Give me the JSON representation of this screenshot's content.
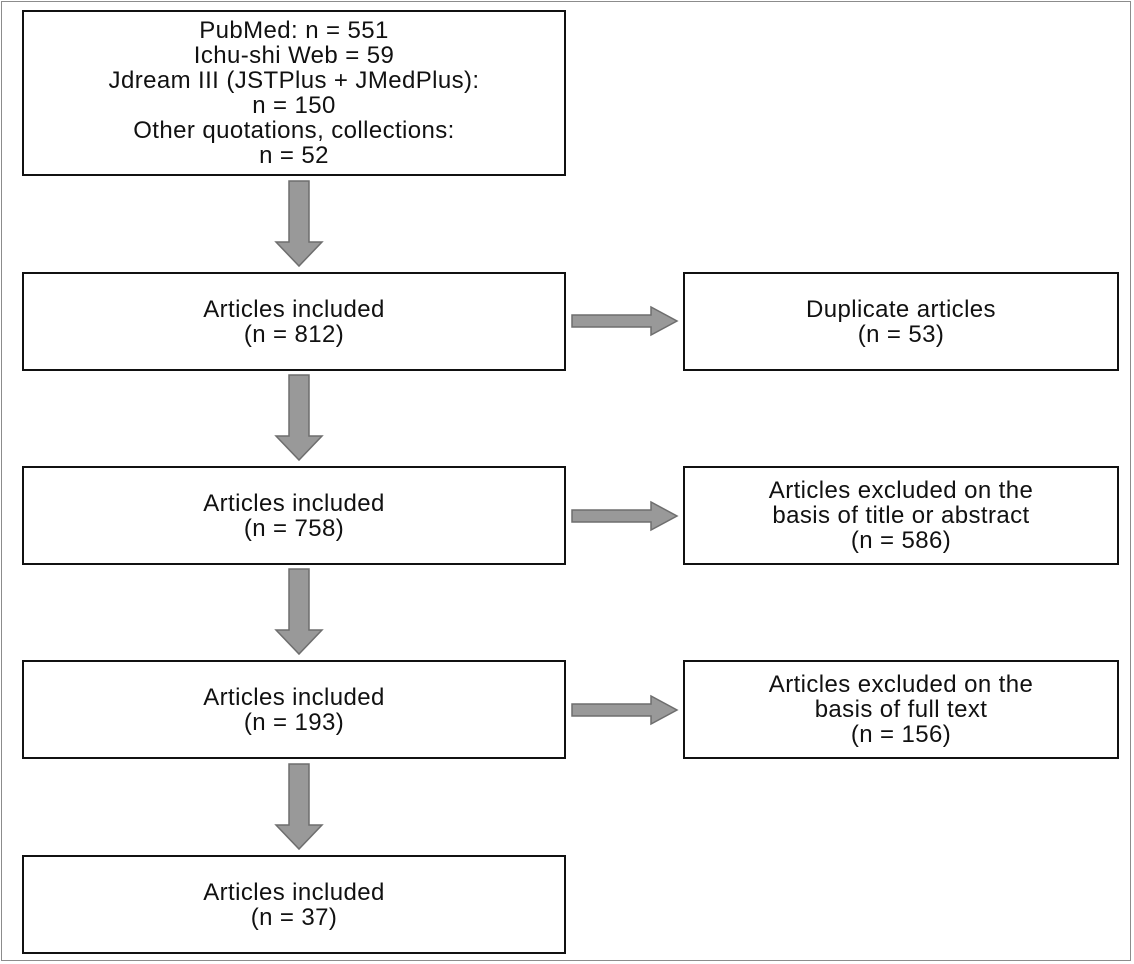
{
  "colors": {
    "arrow_fill": "#999999",
    "arrow_stroke": "#6e6e6e",
    "box_border": "#111111",
    "frame": "#8c8c8c"
  },
  "boxes": {
    "sources": [
      "PubMed: n = 551",
      "Ichu-shi Web = 59",
      "Jdream III (JSTPlus + JMedPlus):",
      "n = 150",
      "Other quotations, collections:",
      "n = 52"
    ],
    "included_1": [
      "Articles included",
      "(n = 812)"
    ],
    "duplicates": [
      "Duplicate articles",
      "(n = 53)"
    ],
    "included_2": [
      "Articles included",
      "(n = 758)"
    ],
    "excluded_title": [
      "Articles excluded on the",
      "basis of title or abstract",
      "(n = 586)"
    ],
    "included_3": [
      "Articles included",
      "(n = 193)"
    ],
    "excluded_fulltext": [
      "Articles excluded on the",
      "basis of full text",
      "(n = 156)"
    ],
    "included_4": [
      "Articles included",
      "(n = 37)"
    ]
  }
}
